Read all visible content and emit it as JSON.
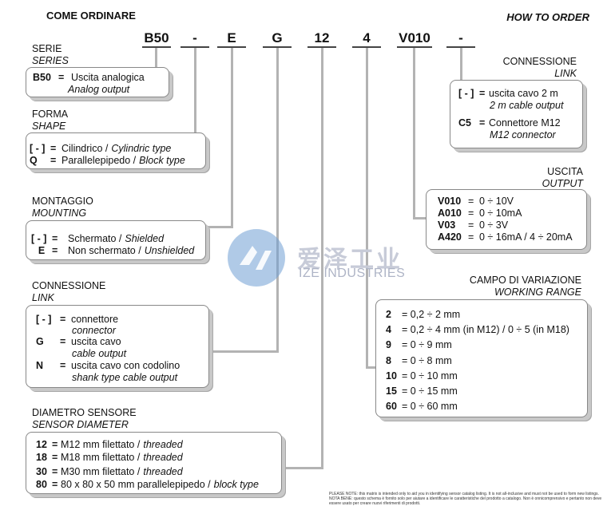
{
  "header": {
    "title_it": "COME ORDINARE",
    "title_en": "HOW TO ORDER"
  },
  "code": [
    "B50",
    "-",
    "E",
    "G",
    "12",
    "4",
    "V010",
    "-"
  ],
  "serie": {
    "heading": "SERIE",
    "heading_en": "SERIES",
    "items": [
      {
        "code": "B50",
        "sep": "=",
        "text": "Uscita analogica",
        "text_en": "Analog output"
      }
    ]
  },
  "forma": {
    "heading": "FORMA",
    "heading_en": "SHAPE",
    "items": [
      {
        "code": "[ - ]",
        "sep": "=",
        "text": "Cilindrico /",
        "text_en": "Cylindric type"
      },
      {
        "code": "Q",
        "sep": "=",
        "text": "Parallelepipedo /",
        "text_en": "Block type"
      }
    ]
  },
  "montaggio": {
    "heading": "MONTAGGIO",
    "heading_en": "MOUNTING",
    "items": [
      {
        "code": "[ - ]",
        "sep": "=",
        "text": "Schermato /",
        "text_en": "Shielded"
      },
      {
        "code": "E",
        "sep": "=",
        "text": "Non schermato /",
        "text_en": "Unshielded"
      }
    ]
  },
  "connessione_left": {
    "heading": "CONNESSIONE",
    "heading_en": "LINK",
    "items": [
      {
        "code": "[ - ]",
        "sep": "=",
        "text": "connettore",
        "text_en": "connector"
      },
      {
        "code": "G",
        "sep": "=",
        "text": "uscita cavo",
        "text_en": "cable output"
      },
      {
        "code": "N",
        "sep": "=",
        "text": "uscita cavo con codolino",
        "text_en": "shank type cable output"
      }
    ]
  },
  "diametro": {
    "heading": "DIAMETRO SENSORE",
    "heading_en": "SENSOR DIAMETER",
    "items": [
      {
        "code": "12",
        "sep": "=",
        "text": "M12 mm filettato /",
        "text_en": "threaded"
      },
      {
        "code": "18",
        "sep": "=",
        "text": "M18 mm filettato /",
        "text_en": "threaded"
      },
      {
        "code": "30",
        "sep": "=",
        "text": "M30 mm filettato /",
        "text_en": "threaded"
      },
      {
        "code": "80",
        "sep": "=",
        "text": "80 x 80 x 50 mm parallelepipedo /",
        "text_en": "block type"
      }
    ]
  },
  "connessione_right": {
    "heading": "CONNESSIONE",
    "heading_en": "LINK",
    "items": [
      {
        "code": "[ - ]",
        "sep": "=",
        "text": "uscita cavo 2 m",
        "text_en": "2 m cable output"
      },
      {
        "code": "C5",
        "sep": "=",
        "text": "Connettore M12",
        "text_en": "M12 connector"
      }
    ]
  },
  "uscita": {
    "heading": "USCITA",
    "heading_en": "OUTPUT",
    "items": [
      {
        "code": "V010",
        "sep": "=",
        "text": "0 ÷ 10V"
      },
      {
        "code": "A010",
        "sep": "=",
        "text": "0 ÷ 10mA"
      },
      {
        "code": "V03",
        "sep": "=",
        "text": "0 ÷ 3V"
      },
      {
        "code": "A420",
        "sep": "=",
        "text": "0 ÷ 16mA / 4 ÷ 20mA"
      }
    ]
  },
  "campo": {
    "heading": "CAMPO DI VARIAZIONE",
    "heading_en": "WORKING RANGE",
    "items": [
      {
        "code": "2",
        "text": "= 0,2 ÷ 2 mm"
      },
      {
        "code": "4",
        "text": "= 0,2 ÷ 4 mm (in M12) / 0 ÷ 5 (in M18)"
      },
      {
        "code": "9",
        "text": "= 0 ÷ 9 mm"
      },
      {
        "code": "8",
        "text": "= 0 ÷ 8 mm"
      },
      {
        "code": "10",
        "text": "= 0 ÷ 10 mm"
      },
      {
        "code": "15",
        "text": "= 0 ÷ 15 mm"
      },
      {
        "code": "60",
        "text": "= 0 ÷ 60 mm"
      }
    ]
  },
  "watermark": {
    "chinese": "爱泽工业",
    "english": "IZE INDUSTRIES",
    "logo_color": "#2f7ec8"
  },
  "footnote": {
    "line1": "PLEASE NOTE: this matrix is intended only to aid you in identifying sensor catalog listing. It is not all-inclusive and must not be used to form new listings.",
    "line2": "NOTA BENE: questo schema è fornito solo per aiutare a identificare le caratteristiche del prodotto a catalogo. Non è onnicomprensivo e pertanto non deve essere usato per creare nuovi riferimenti di prodotti."
  }
}
